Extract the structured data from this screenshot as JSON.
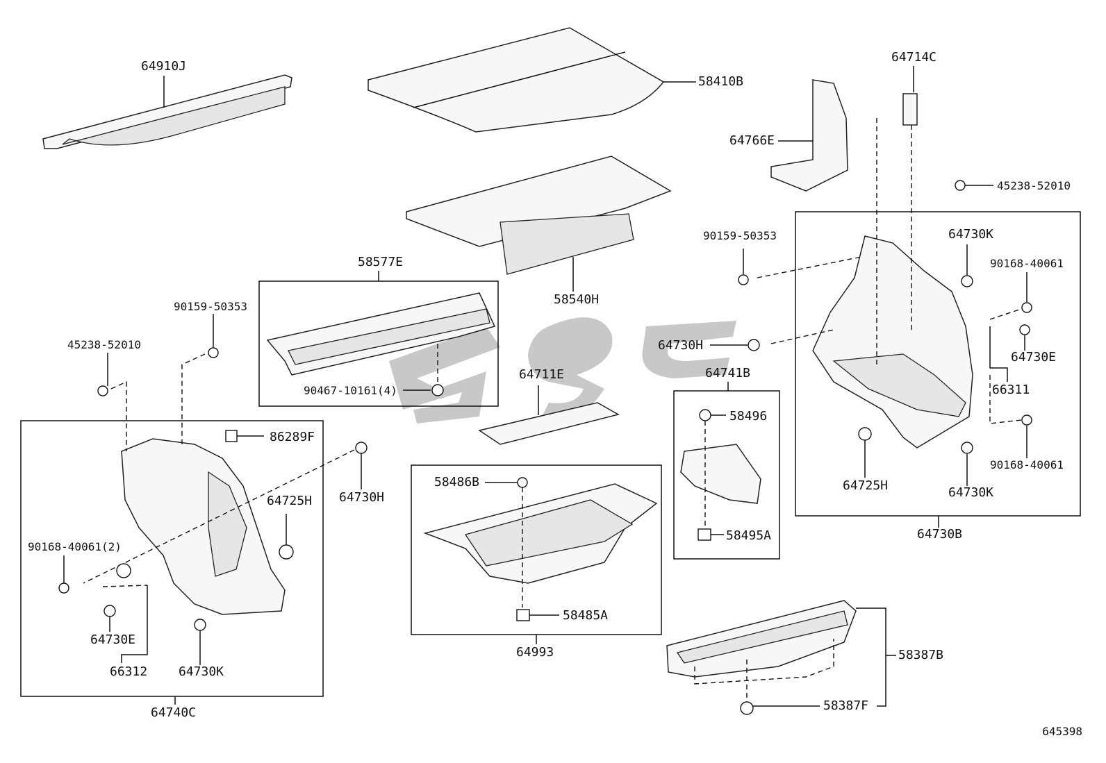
{
  "labels": {
    "p64910j": "64910J",
    "p58410b": "58410B",
    "p64714c": "64714C",
    "p64766e": "64766E",
    "p45238_top": "45238-52010",
    "p90159_right": "90159-50353",
    "p64730k_r1": "64730K",
    "p90168_r1": "90168-40061",
    "p64730h_r": "64730H",
    "p64730e_r": "64730E",
    "p66311": "66311",
    "p90168_r2": "90168-40061",
    "p64725h_r": "64725H",
    "p64730k_r2": "64730K",
    "p64730b": "64730B",
    "p58540h": "58540H",
    "p58577e": "58577E",
    "p90467": "90467-10161(4)",
    "p64711e": "64711E",
    "p64741b": "64741B",
    "p58496": "58496",
    "p58495a": "58495A",
    "p90159_left": "90159-50353",
    "p45238_left": "45238-52010",
    "p86289f": "86289F",
    "p64730h_l": "64730H",
    "p64725h_l": "64725H",
    "p90168_l": "90168-40061(2)",
    "p64730e_l": "64730E",
    "p66312": "66312",
    "p64730k_l": "64730K",
    "p64740c": "64740C",
    "p58486b": "58486B",
    "p58485a": "58485A",
    "p64993": "64993",
    "p58387b": "58387B",
    "p58387f": "58387F"
  },
  "document_id": "645398",
  "colors": {
    "line": "#111111",
    "part_fill": "#f7f7f7",
    "watermark": "#9a9a9a"
  }
}
